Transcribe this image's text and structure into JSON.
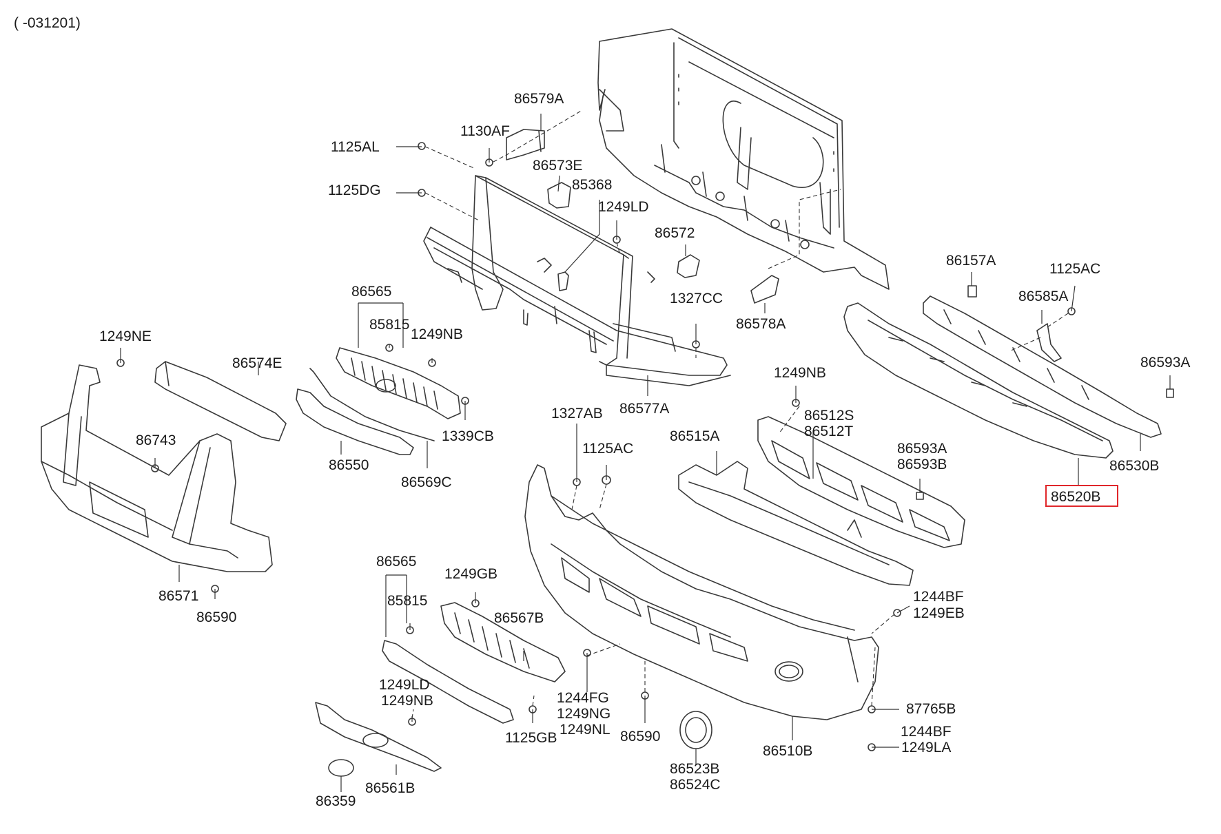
{
  "header": {
    "range_code": "( -031201)"
  },
  "callouts": {
    "c86579A": "86579A",
    "c1130AF": "1130AF",
    "c1125AL": "1125AL",
    "c86573E": "86573E",
    "c85368": "85368",
    "c1125DG": "1125DG",
    "c1249LD_top": "1249LD",
    "c86572": "86572",
    "c1327CC": "1327CC",
    "c86578A": "86578A",
    "c86157A": "86157A",
    "c1125AC_top": "1125AC",
    "c86585A": "86585A",
    "c86593A_right": "86593A",
    "c86530B": "86530B",
    "c86520B": "86520B",
    "c86565_top": "86565",
    "c85815_top": "85815",
    "c1249NB_grille": "1249NB",
    "c1339CB": "1339CB",
    "c86550": "86550",
    "c86569C": "86569C",
    "c86577A": "86577A",
    "c1249NE": "1249NE",
    "c86574E": "86574E",
    "c86743": "86743",
    "c86571": "86571",
    "c86590_left": "86590",
    "c1327AB": "1327AB",
    "c1125AC_mid": "1125AC",
    "c1249NB_mid": "1249NB",
    "c86512S": "86512S",
    "c86512T": "86512T",
    "c86515A": "86515A",
    "c86593A_mid": "86593A",
    "c86593B": "86593B",
    "c86565_bottom": "86565",
    "c85815_bottom": "85815",
    "c1249GB": "1249GB",
    "c86567B": "86567B",
    "c1244BF_a": "1244BF",
    "c1249EB": "1249EB",
    "c1249LD_bottom": "1249LD",
    "c1249NB_bottom": "1249NB",
    "c1244FG": "1244FG",
    "c1249NG": "1249NG",
    "c1249NL": "1249NL",
    "c1125GB": "1125GB",
    "c86590_bottom": "86590",
    "c87765B": "87765B",
    "c1244BF_b": "1244BF",
    "c1249LA": "1249LA",
    "c86510B": "86510B",
    "c86523B": "86523B",
    "c86524C": "86524C",
    "c86561B": "86561B",
    "c86359": "86359"
  },
  "highlight": {
    "part": "86520B",
    "color": "#e0262a"
  }
}
